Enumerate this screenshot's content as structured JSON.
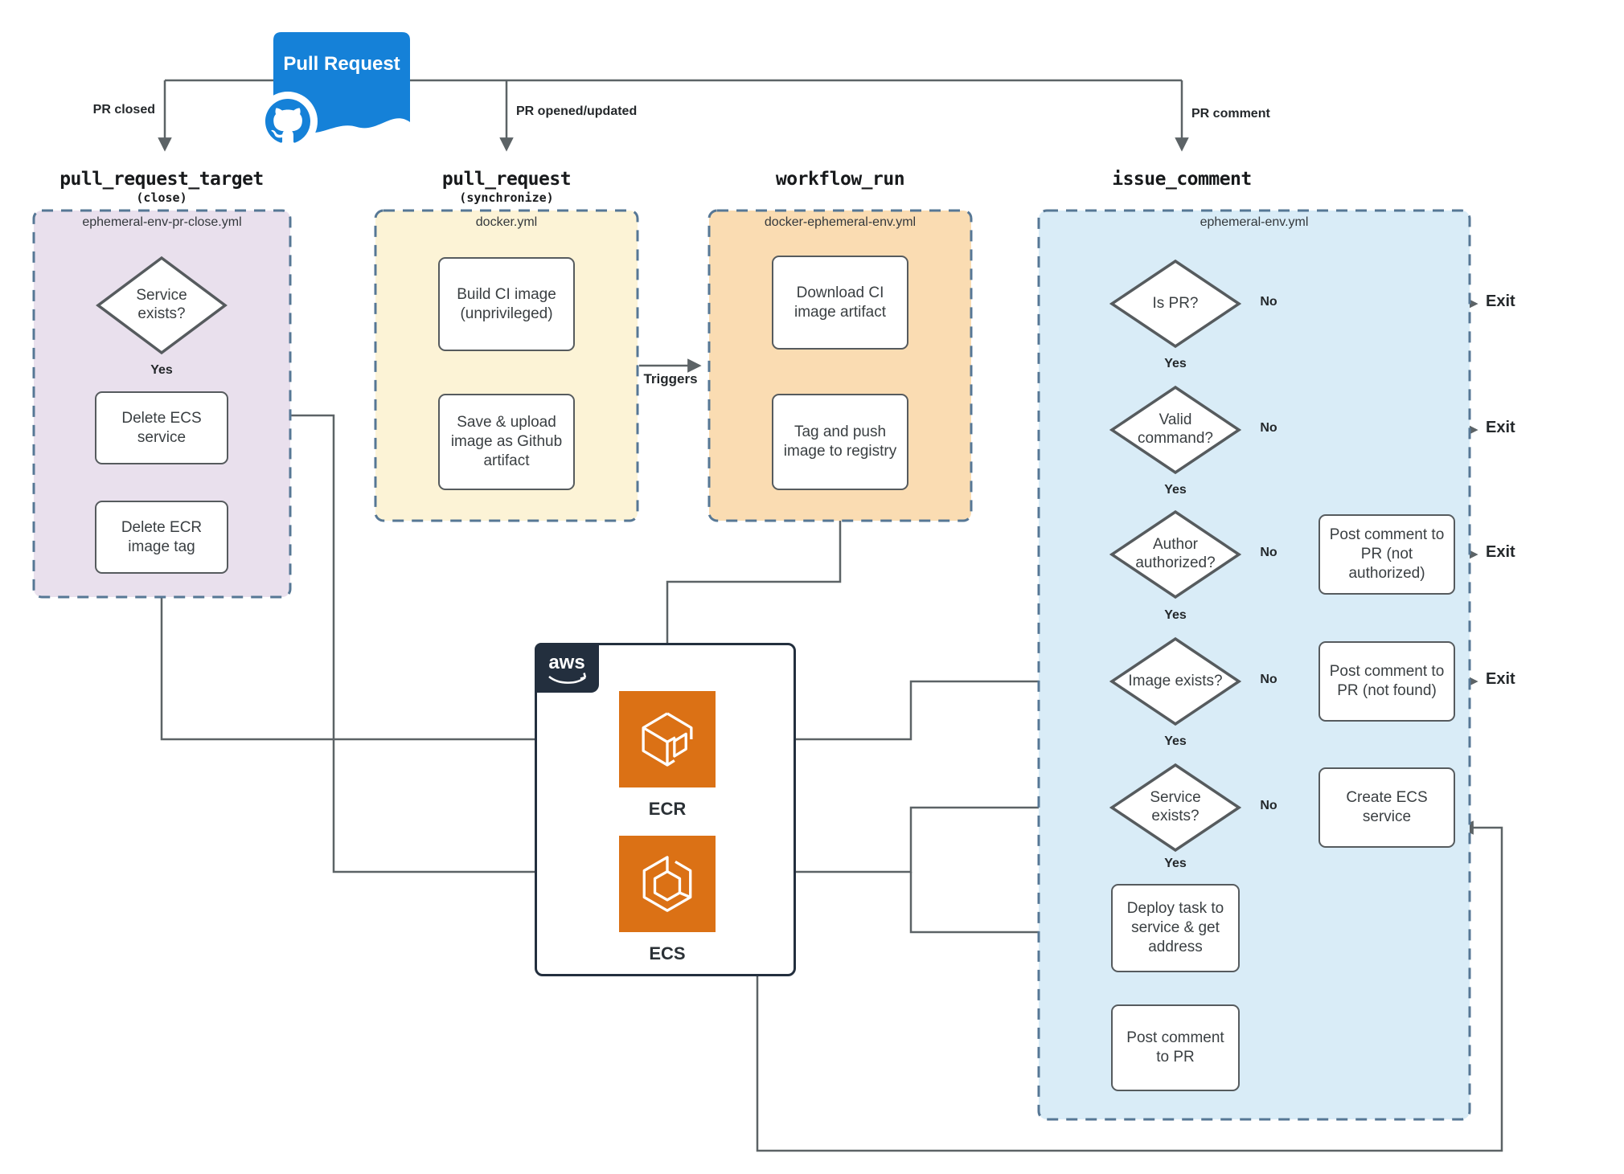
{
  "banner": {
    "title": "Pull Request"
  },
  "edge_labels": {
    "pr_closed": "PR closed",
    "pr_opened": "PR opened/updated",
    "pr_comment": "PR comment",
    "triggers": "Triggers",
    "yes": "Yes",
    "no": "No",
    "exit": "Exit"
  },
  "workflows": {
    "close": {
      "event": "pull_request_target",
      "qualifier": "(close)",
      "file": "ephemeral-env-pr-close.yml",
      "nodes": {
        "service_exists": "Service exists?",
        "delete_ecs": "Delete ECS service",
        "delete_ecr": "Delete ECR image tag"
      }
    },
    "docker": {
      "event": "pull_request",
      "qualifier": "(synchronize)",
      "file": "docker.yml",
      "nodes": {
        "build": "Build CI image (unprivileged)",
        "save": "Save & upload image as Github artifact"
      }
    },
    "run": {
      "event": "workflow_run",
      "file": "docker-ephemeral-env.yml",
      "nodes": {
        "download": "Download CI image artifact",
        "tag_push": "Tag and push image to registry"
      }
    },
    "comment": {
      "event": "issue_comment",
      "file": "ephemeral-env.yml",
      "nodes": {
        "is_pr": "Is PR?",
        "valid_command": "Valid command?",
        "author_authorized": "Author authorized?",
        "image_exists": "Image exists?",
        "service_exists": "Service exists?",
        "post_not_authorized": "Post comment to PR (not authorized)",
        "post_not_found": "Post comment to PR (not found)",
        "create_service": "Create ECS service",
        "deploy": "Deploy task to service & get address",
        "post_comment": "Post comment to PR"
      }
    }
  },
  "aws": {
    "logo": "aws",
    "ecr": "ECR",
    "ecs": "ECS"
  },
  "colors": {
    "accent_blue": "#1581d8",
    "aws_orange": "#db7115",
    "aws_navy": "#232f3e",
    "lane_close": "#e9e0ed",
    "lane_docker": "#fcf3d6",
    "lane_run": "#fadcb2",
    "lane_comment": "#d9ecf7",
    "connector": "#5c6366",
    "dashed_border": "#567795"
  }
}
